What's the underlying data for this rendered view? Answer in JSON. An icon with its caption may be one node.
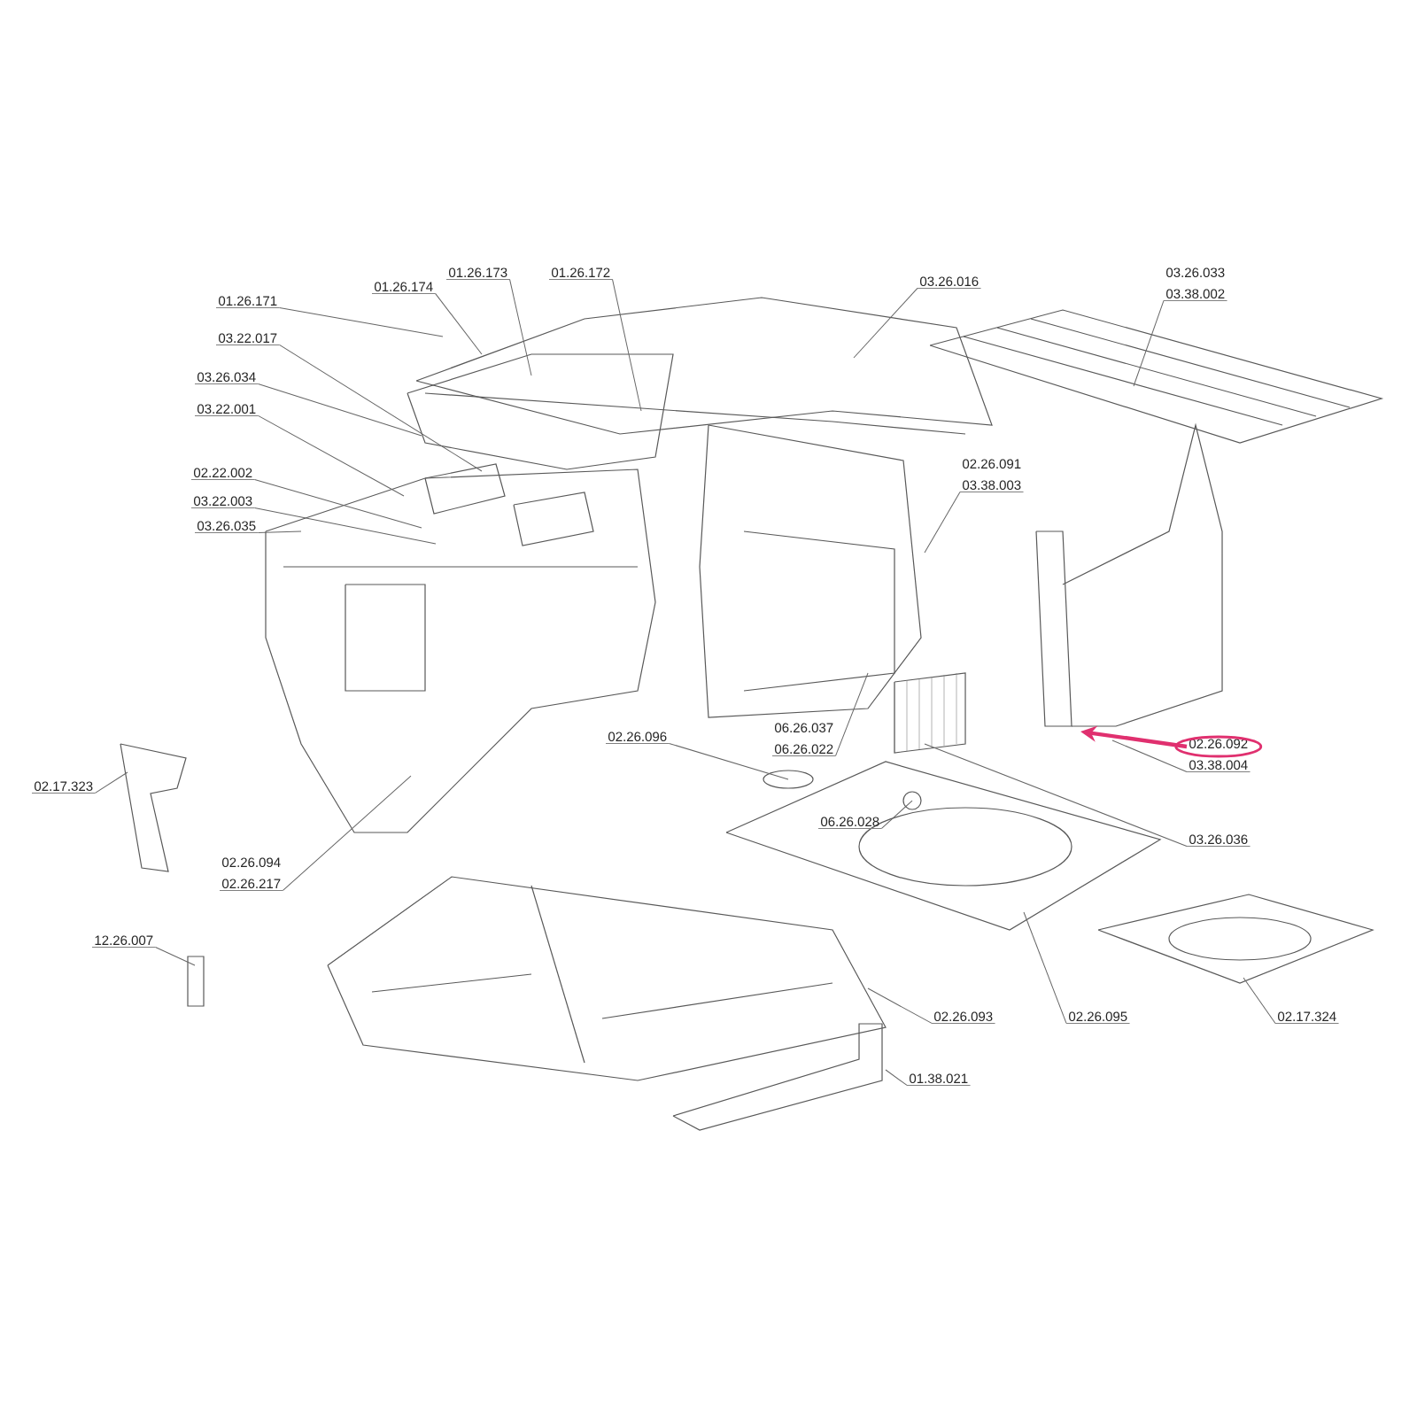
{
  "diagram": {
    "nodes": [
      {
        "text": [
          "01.26.171"
        ]
      },
      {
        "text": [
          "01.26.174"
        ]
      },
      {
        "text": [
          "01.26.173"
        ]
      },
      {
        "text": [
          "01.26.172"
        ]
      },
      {
        "text": [
          "03.22.017"
        ]
      },
      {
        "text": [
          "03.26.034"
        ]
      },
      {
        "text": [
          "03.22.001"
        ]
      },
      {
        "text": [
          "02.22.002"
        ]
      },
      {
        "text": [
          "03.22.003"
        ]
      },
      {
        "text": [
          "03.26.035"
        ]
      },
      {
        "text": [
          "03.26.016"
        ]
      },
      {
        "text": [
          "03.26.033",
          "03.38.002"
        ]
      },
      {
        "text": [
          "02.26.091",
          "03.38.003"
        ]
      },
      {
        "text": [
          "06.26.037",
          "06.26.022"
        ]
      },
      {
        "text": [
          "02.26.096"
        ]
      },
      {
        "text": [
          "02.26.092",
          "03.38.004"
        ]
      },
      {
        "text": [
          "06.26.028"
        ]
      },
      {
        "text": [
          "03.26.036"
        ]
      },
      {
        "text": [
          "02.17.323"
        ]
      },
      {
        "text": [
          "02.26.094",
          "02.26.217"
        ]
      },
      {
        "text": [
          "12.26.007"
        ]
      },
      {
        "text": [
          "02.26.093"
        ]
      },
      {
        "text": [
          "02.26.095"
        ]
      },
      {
        "text": [
          "02.17.324"
        ]
      },
      {
        "text": [
          "01.38.021"
        ]
      }
    ],
    "edges": [
      {
        "from": 0,
        "to": null,
        "arrow": "none"
      },
      {
        "from": 1,
        "to": null,
        "arrow": "none"
      },
      {
        "from": 2,
        "to": null,
        "arrow": "none"
      },
      {
        "from": 3,
        "to": null,
        "arrow": "none"
      },
      {
        "from": 4,
        "to": null,
        "arrow": "none"
      },
      {
        "from": 5,
        "to": null,
        "arrow": "none"
      },
      {
        "from": 6,
        "to": null,
        "arrow": "none"
      },
      {
        "from": 7,
        "to": null,
        "arrow": "none"
      },
      {
        "from": 8,
        "to": null,
        "arrow": "none"
      },
      {
        "from": 9,
        "to": null,
        "arrow": "none"
      },
      {
        "from": 10,
        "to": null,
        "arrow": "none"
      },
      {
        "from": 11,
        "to": null,
        "arrow": "none"
      },
      {
        "from": 12,
        "to": null,
        "arrow": "none"
      },
      {
        "from": 13,
        "to": null,
        "arrow": "none"
      },
      {
        "from": 14,
        "to": null,
        "arrow": "none"
      },
      {
        "from": 15,
        "to": null,
        "arrow": "none"
      },
      {
        "from": 15,
        "to": null,
        "arrow": "to",
        "style": "thick",
        "color": "#e0306f"
      },
      {
        "from": 16,
        "to": null,
        "arrow": "none"
      },
      {
        "from": 17,
        "to": null,
        "arrow": "none"
      },
      {
        "from": 18,
        "to": null,
        "arrow": "none"
      },
      {
        "from": 19,
        "to": null,
        "arrow": "none"
      },
      {
        "from": 20,
        "to": null,
        "arrow": "none"
      },
      {
        "from": 21,
        "to": null,
        "arrow": "none"
      },
      {
        "from": 22,
        "to": null,
        "arrow": "none"
      },
      {
        "from": 23,
        "to": null,
        "arrow": "none"
      },
      {
        "from": 24,
        "to": null,
        "arrow": "none"
      }
    ]
  }
}
